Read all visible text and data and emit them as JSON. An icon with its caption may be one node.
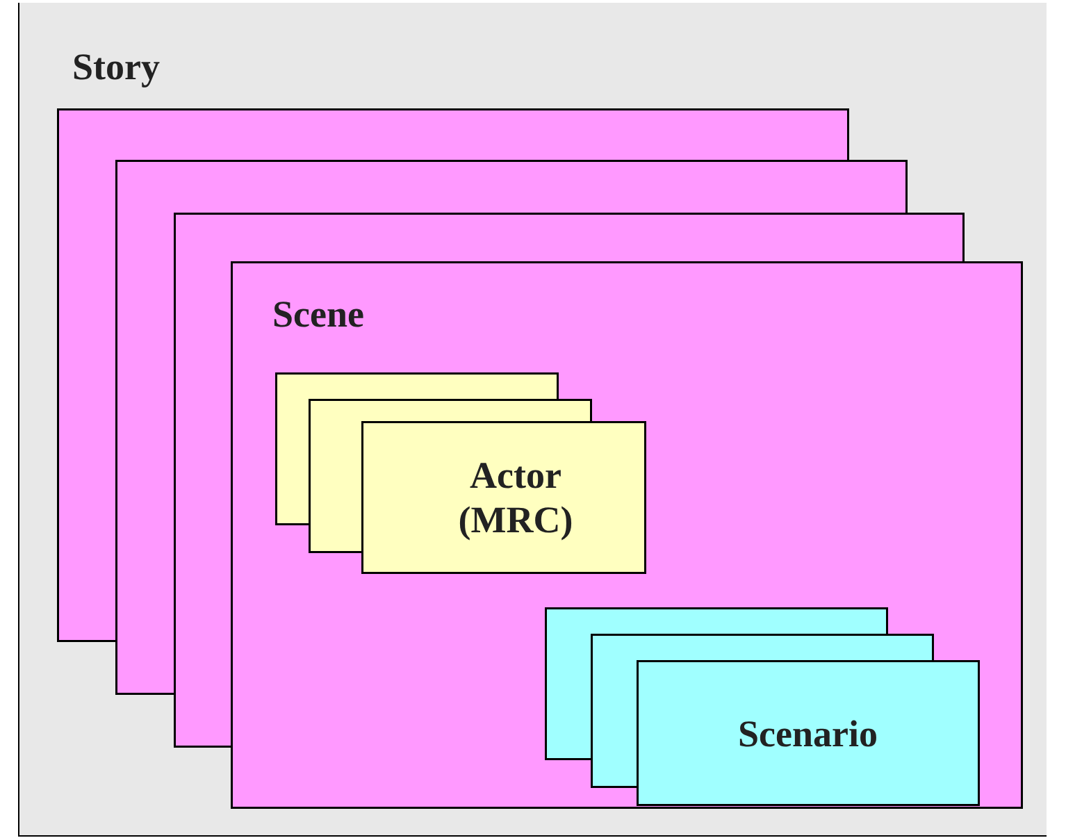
{
  "diagram": {
    "nodes": [
      {
        "text": [
          "Story"
        ]
      },
      {
        "text": [
          "Scene"
        ],
        "in": 0
      },
      {
        "text": [
          "Actor (MRC)"
        ],
        "in": 1
      },
      {
        "text": [
          "Scenario"
        ],
        "in": 1
      }
    ]
  }
}
